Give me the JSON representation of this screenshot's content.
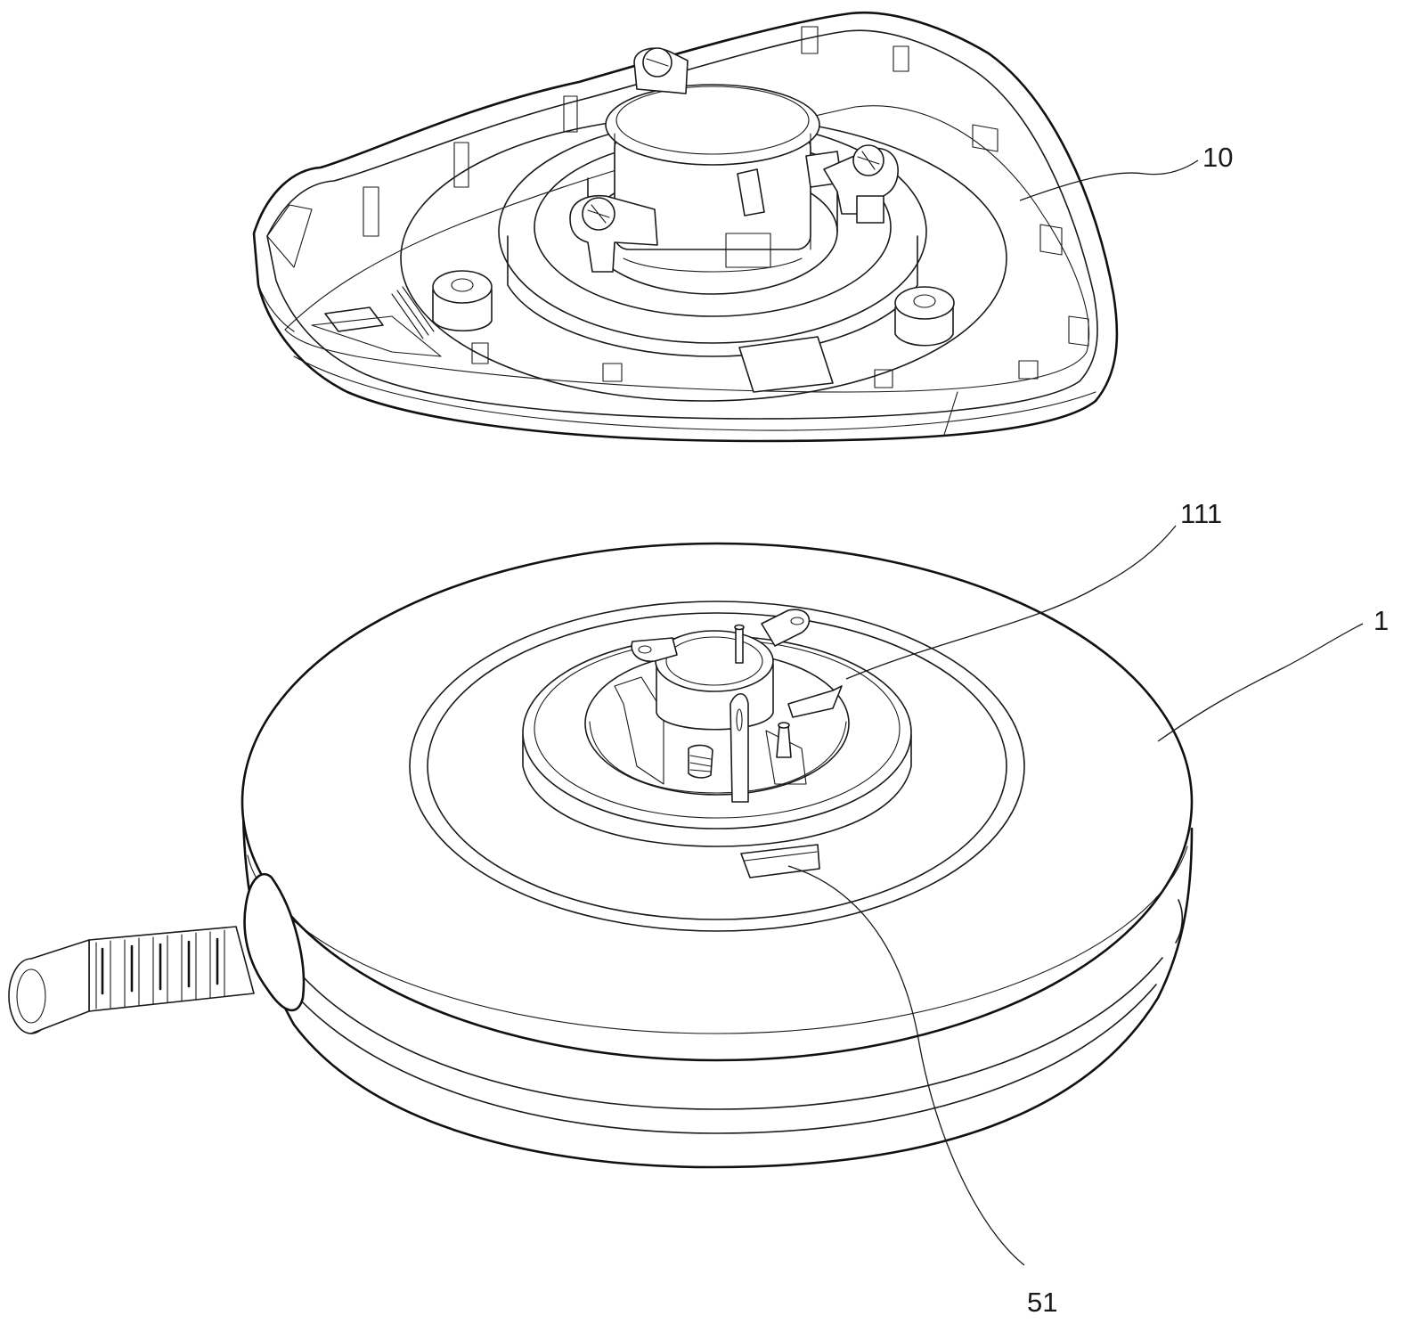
{
  "labels": {
    "upper_part": "10",
    "actuator": "111",
    "base": "1",
    "window": "51"
  },
  "colors": {
    "ink": "#1a1a1a",
    "paper": "#ffffff"
  }
}
